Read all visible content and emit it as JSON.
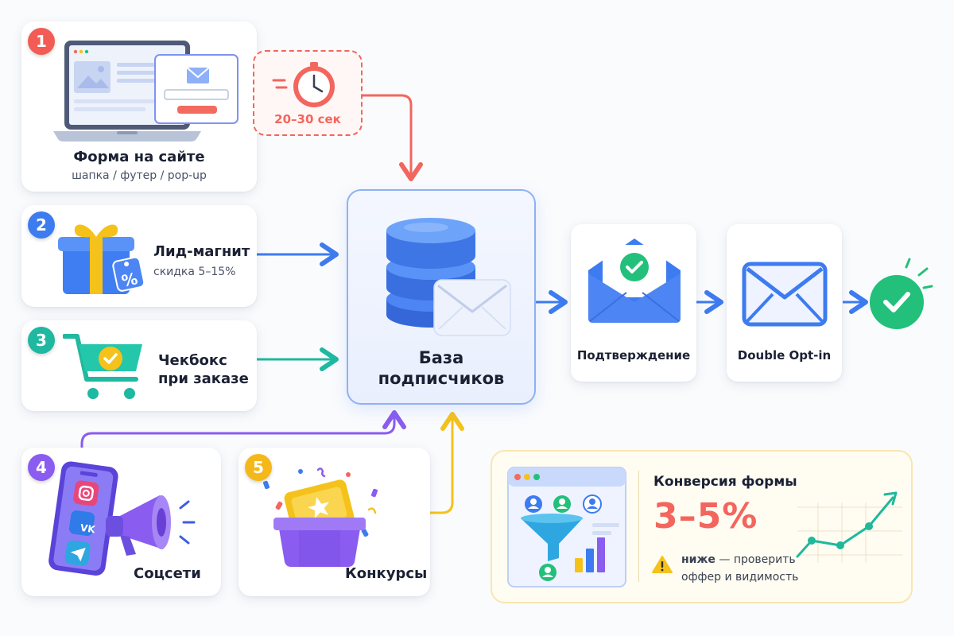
{
  "sources": {
    "form": {
      "badge": "1",
      "title": "Форма на сайте",
      "subtitle": "шапка / футер / pop-up",
      "timer": "20–30 сек"
    },
    "lead_magnet": {
      "badge": "2",
      "title": "Лид-магнит",
      "subtitle": "скидка 5–15%",
      "tag": "%"
    },
    "checkbox": {
      "badge": "3",
      "title_line1": "Чекбокс",
      "title_line2": "при заказе"
    },
    "social": {
      "badge": "4",
      "title": "Соцсети",
      "icons": [
        "instagram-icon",
        "vk-icon",
        "telegram-icon"
      ],
      "vk_text": "VK"
    },
    "contests": {
      "badge": "5",
      "title": "Конкурсы"
    }
  },
  "hub": {
    "line1": "База",
    "line2": "подписчиков"
  },
  "steps": [
    {
      "label": "Подтверждение",
      "icon": "envelope-check-icon"
    },
    {
      "label": "Double Opt-in",
      "icon": "envelope-icon"
    }
  ],
  "result": {
    "icon": "check-circle-icon"
  },
  "conversion": {
    "title": "Конверсия формы",
    "value": "3–5%",
    "note_bold": "ниже",
    "note_rest_1": " — проверить",
    "note_line2": "оффер и видимость",
    "warning_icon": "warning-icon"
  },
  "colors": {
    "red": "#f25c54",
    "blue": "#3d7bf0",
    "teal": "#1fb8a0",
    "purple": "#8a5cf0",
    "yellow": "#f5c21b",
    "green": "#22c07a"
  }
}
